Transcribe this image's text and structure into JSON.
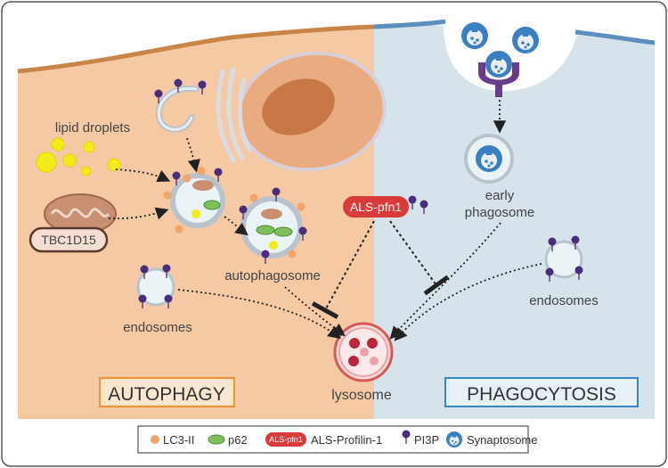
{
  "labels": {
    "lipid_droplets": "lipid droplets",
    "tbc1d15": "TBC1D15",
    "autophagosome": "autophagosome",
    "endosomes_left": "endosomes",
    "endosomes_right": "endosomes",
    "early_phagosome_line1": "early",
    "early_phagosome_line2": "phagosome",
    "als_pfn1": "ALS-pfn1",
    "lysosome": "lysosome",
    "autophagy": "AUTOPHAGY",
    "phagocytosis": "PHAGOCYTOSIS"
  },
  "legend": {
    "lc3": "LC3-II",
    "p62": "p62",
    "als_badge": "ALS-pfn1",
    "als_profilin": "ALS-Profilin-1",
    "pi3p": "PI3P",
    "synaptosome": "Synaptosome"
  },
  "colors": {
    "autophagy_bg": "#f5c9a4",
    "phagocytosis_bg": "#d6e3ea",
    "membrane": "#c98547",
    "autophagy_box": "#f0922f",
    "phagocytosis_box": "#3b84c4",
    "lipid": "#f3ec1a",
    "lc3": "#f4a36a",
    "p62": "#7fbf5c",
    "als": "#d93a3a",
    "pi3p": "#4a2d7a",
    "synaptosome": "#3a7fc1",
    "lysosome": "#d65858"
  }
}
